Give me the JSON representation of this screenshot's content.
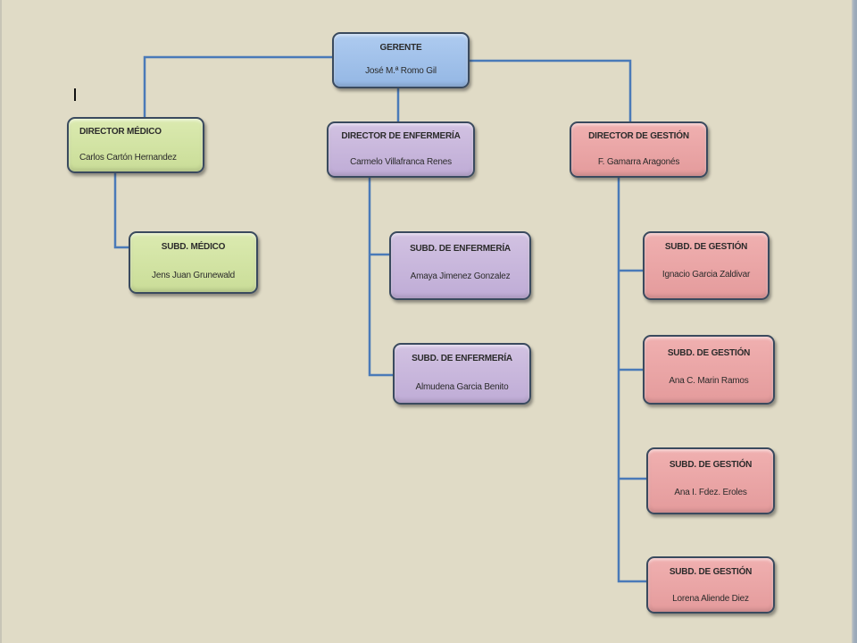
{
  "chart_title": "Organigrama",
  "colors": {
    "background": "#e0dbc6",
    "connector": "#4a7ab8",
    "border": "#3a4a5e",
    "gerente": "#a3c2ec",
    "medico": "#d3e4a5",
    "enfermeria": "#c8b8dc",
    "gestion": "#eaa6a6"
  },
  "nodes": {
    "gerente": {
      "role": "GERENTE",
      "name": "José M.ª Romo Gil"
    },
    "director_medico": {
      "role": "DIRECTOR MÉDICO",
      "name": "Carlos Cartón Hernandez"
    },
    "director_enfermeria": {
      "role": "DIRECTOR DE ENFERMERÍA",
      "name": "Carmelo Villafranca Renes"
    },
    "director_gestion": {
      "role": "DIRECTOR DE GESTIÓN",
      "name": "F. Gamarra Aragonés"
    },
    "subd_medico": {
      "role": "SUBD. MÉDICO",
      "name": "Jens Juan Grunewald"
    },
    "subd_enfermeria_1": {
      "role": "SUBD. DE ENFERMERÍA",
      "name": "Amaya Jimenez Gonzalez"
    },
    "subd_enfermeria_2": {
      "role": "SUBD. DE ENFERMERÍA",
      "name": "Almudena Garcia Benito"
    },
    "subd_gestion_1": {
      "role": "SUBD. DE GESTIÓN",
      "name": "Ignacio Garcia Zaldivar"
    },
    "subd_gestion_2": {
      "role": "SUBD.  DE GESTIÓN",
      "name": "Ana C. Marin Ramos"
    },
    "subd_gestion_3": {
      "role": "SUBD. DE GESTIÓN",
      "name": "Ana I. Fdez. Eroles"
    },
    "subd_gestion_4": {
      "role": "SUBD. DE GESTIÓN",
      "name": "Lorena Aliende Diez"
    }
  },
  "hierarchy": [
    {
      "from": "gerente",
      "to": "director_medico"
    },
    {
      "from": "gerente",
      "to": "director_enfermeria"
    },
    {
      "from": "gerente",
      "to": "director_gestion"
    },
    {
      "from": "director_medico",
      "to": "subd_medico"
    },
    {
      "from": "director_enfermeria",
      "to": "subd_enfermeria_1"
    },
    {
      "from": "director_enfermeria",
      "to": "subd_enfermeria_2"
    },
    {
      "from": "director_gestion",
      "to": "subd_gestion_1"
    },
    {
      "from": "director_gestion",
      "to": "subd_gestion_2"
    },
    {
      "from": "director_gestion",
      "to": "subd_gestion_3"
    },
    {
      "from": "director_gestion",
      "to": "subd_gestion_4"
    }
  ]
}
